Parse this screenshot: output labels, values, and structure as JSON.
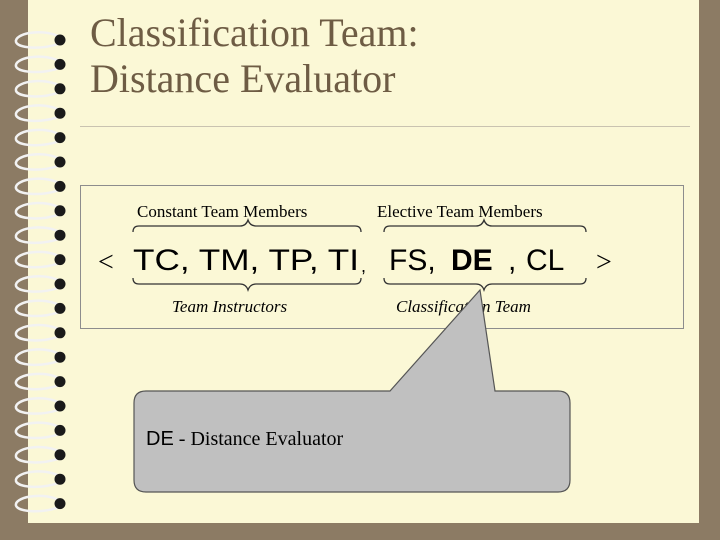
{
  "slide": {
    "title_line1": "Classification Team:",
    "title_line2": "Distance Evaluator"
  },
  "diagram": {
    "open_bracket": "<",
    "close_bracket": ">",
    "constant_label": "Constant Team Members",
    "elective_label": "Elective Team Members",
    "constant_members": "TC, TM, TP, TI",
    "separator_comma": ",",
    "fs_text": "FS,",
    "de_text": "DE",
    "comma_after_de": ",",
    "cl_text": "CL",
    "instructors_label": "Team Instructors",
    "classification_label": "Classification Team"
  },
  "callout": {
    "abbreviation": "DE",
    "definition": " - Distance Evaluator"
  },
  "colors": {
    "background": "#8c7b64",
    "page": "#fbf8d6",
    "title": "#6e5c44",
    "callout_fill": "#c0c0c0",
    "callout_border": "#555555"
  }
}
